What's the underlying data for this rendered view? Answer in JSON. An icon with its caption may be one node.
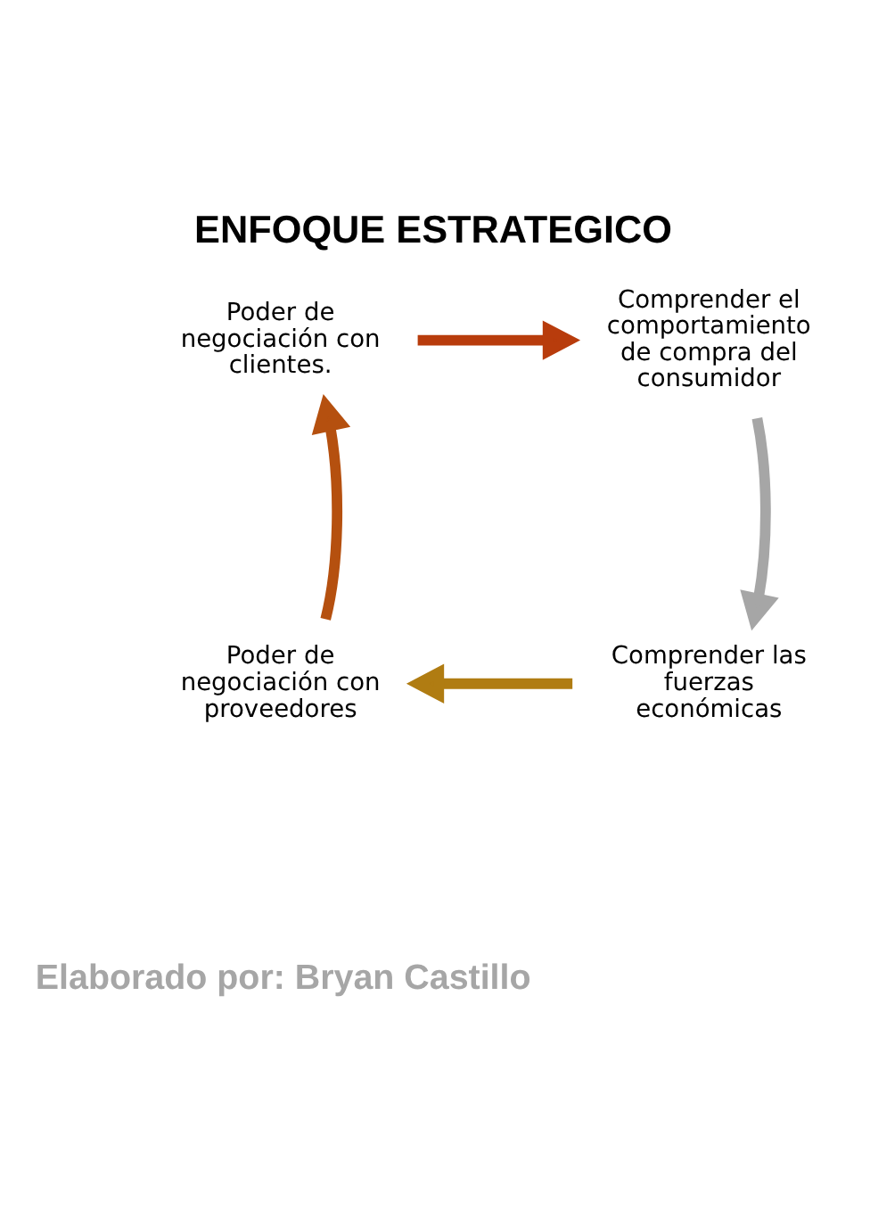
{
  "diagram": {
    "title": "ENFOQUE ESTRATEGICO",
    "caption": "Elaborado por: Bryan Castillo",
    "nodes": [
      {
        "text": [
          "Poder de negociación con clientes."
        ]
      },
      {
        "text": [
          "Comprender el comportamiento de compra del consumidor"
        ]
      },
      {
        "text": [
          "Poder de negociación con proveedores"
        ]
      },
      {
        "text": [
          "Comprender las fuerzas económicas"
        ]
      }
    ],
    "edges": [
      {
        "from": 0,
        "to": 1,
        "arrow": "to",
        "color": "#b83c0c"
      },
      {
        "from": 1,
        "to": 3,
        "arrow": "to",
        "color": "#a6a6a6"
      },
      {
        "from": 3,
        "to": 2,
        "arrow": "to",
        "color": "#b07c12"
      },
      {
        "from": 2,
        "to": 0,
        "arrow": "to",
        "color": "#b5500f"
      }
    ]
  }
}
